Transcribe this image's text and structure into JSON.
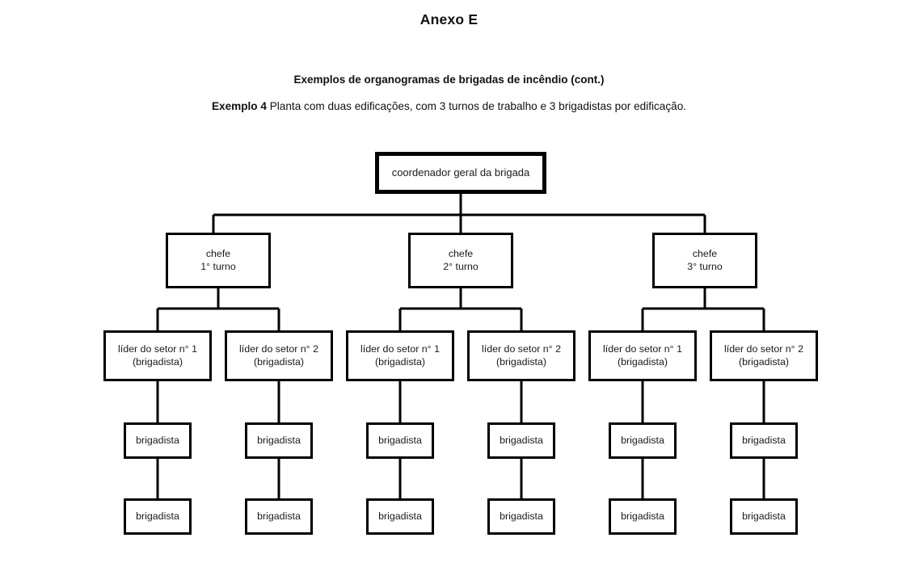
{
  "document": {
    "title": "Anexo E",
    "subtitle": "Exemplos de organogramas de brigadas de incêndio (cont.)",
    "example_label": "Exemplo 4",
    "example_text": " Planta com duas edificações, com 3 turnos de trabalho e 3 brigadistas por edificação."
  },
  "chart_data": {
    "type": "org-chart",
    "title": "Anexo E",
    "subtitle": "Exemplos de organogramas de brigadas de incêndio (cont.)",
    "annotation": "Exemplo 4 Planta com duas edificações, com 3 turnos de trabalho e 3 brigadistas por edificação.",
    "levels": 5,
    "orientation": "top-down",
    "box_fill": "#ffffff",
    "box_stroke": "#000000",
    "connector_color": "#000000",
    "root": {
      "id": "root",
      "label": "coordenador geral da brigada",
      "children": [
        "chefe1",
        "chefe2",
        "chefe3"
      ]
    },
    "nodes": [
      {
        "id": "chefe1",
        "line1": "chefe",
        "line2": "1° turno",
        "parent": "root",
        "children": [
          "lider1",
          "lider2"
        ]
      },
      {
        "id": "chefe2",
        "line1": "chefe",
        "line2": "2° turno",
        "parent": "root",
        "children": [
          "lider3",
          "lider4"
        ]
      },
      {
        "id": "chefe3",
        "line1": "chefe",
        "line2": "3° turno",
        "parent": "root",
        "children": [
          "lider5",
          "lider6"
        ]
      },
      {
        "id": "lider1",
        "line1": "líder do setor n° 1",
        "line2": "(brigadista)",
        "parent": "chefe1"
      },
      {
        "id": "lider2",
        "line1": "líder do setor n° 2",
        "line2": "(brigadista)",
        "parent": "chefe1"
      },
      {
        "id": "lider3",
        "line1": "líder do setor n° 1",
        "line2": "(brigadista)",
        "parent": "chefe2"
      },
      {
        "id": "lider4",
        "line1": "líder do setor n° 2",
        "line2": "(brigadista)",
        "parent": "chefe2"
      },
      {
        "id": "lider5",
        "line1": "líder do setor n° 1",
        "line2": "(brigadista)",
        "parent": "chefe3"
      },
      {
        "id": "lider6",
        "line1": "líder do setor n° 2",
        "line2": "(brigadista)",
        "parent": "chefe3"
      },
      {
        "id": "brig1a",
        "line1": "brigadista",
        "parent": "lider1"
      },
      {
        "id": "brig2a",
        "line1": "brigadista",
        "parent": "lider2"
      },
      {
        "id": "brig3a",
        "line1": "brigadista",
        "parent": "lider3"
      },
      {
        "id": "brig4a",
        "line1": "brigadista",
        "parent": "lider4"
      },
      {
        "id": "brig5a",
        "line1": "brigadista",
        "parent": "lider5"
      },
      {
        "id": "brig6a",
        "line1": "brigadista",
        "parent": "lider6"
      },
      {
        "id": "brig1b",
        "line1": "brigadista",
        "parent": "brig1a"
      },
      {
        "id": "brig2b",
        "line1": "brigadista",
        "parent": "brig2a"
      },
      {
        "id": "brig3b",
        "line1": "brigadista",
        "parent": "brig3a"
      },
      {
        "id": "brig4b",
        "line1": "brigadista",
        "parent": "brig4a"
      },
      {
        "id": "brig5b",
        "line1": "brigadista",
        "parent": "brig5a"
      },
      {
        "id": "brig6b",
        "line1": "brigadista",
        "parent": "brig6a"
      }
    ]
  },
  "nodes": {
    "root": {
      "label": "coordenador geral da brigada"
    },
    "chefe1": {
      "line1": "chefe",
      "line2": "1° turno"
    },
    "chefe2": {
      "line1": "chefe",
      "line2": "2° turno"
    },
    "chefe3": {
      "line1": "chefe",
      "line2": "3° turno"
    },
    "lider1": {
      "line1": "líder do setor n° 1",
      "line2": "(brigadista)"
    },
    "lider2": {
      "line1": "líder do setor n° 2",
      "line2": "(brigadista)"
    },
    "lider3": {
      "line1": "líder do setor n° 1",
      "line2": "(brigadista)"
    },
    "lider4": {
      "line1": "líder do setor n° 2",
      "line2": "(brigadista)"
    },
    "lider5": {
      "line1": "líder do setor n° 1",
      "line2": "(brigadista)"
    },
    "lider6": {
      "line1": "líder do setor n° 2",
      "line2": "(brigadista)"
    },
    "brig1a": {
      "line1": "brigadista"
    },
    "brig2a": {
      "line1": "brigadista"
    },
    "brig3a": {
      "line1": "brigadista"
    },
    "brig4a": {
      "line1": "brigadista"
    },
    "brig5a": {
      "line1": "brigadista"
    },
    "brig6a": {
      "line1": "brigadista"
    },
    "brig1b": {
      "line1": "brigadista"
    },
    "brig2b": {
      "line1": "brigadista"
    },
    "brig3b": {
      "line1": "brigadista"
    },
    "brig4b": {
      "line1": "brigadista"
    },
    "brig5b": {
      "line1": "brigadista"
    },
    "brig6b": {
      "line1": "brigadista"
    }
  }
}
